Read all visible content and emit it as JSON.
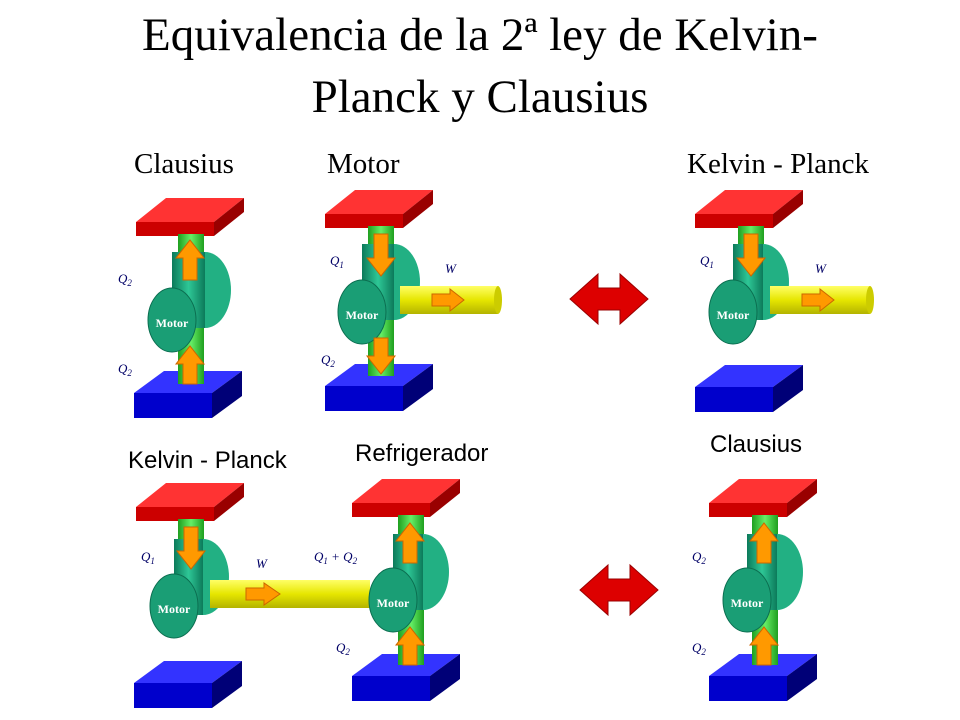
{
  "title": {
    "line1": "Equivalencia de la 2ª ley de Kelvin-",
    "line2": "Planck y Clausius"
  },
  "labels": {
    "clausius_top": "Clausius",
    "motor_top": "Motor",
    "kelvin_top": "Kelvin - Planck",
    "kelvin_bottom": "Kelvin - Planck",
    "refrigerador": "Refrigerador",
    "clausius_bottom": "Clausius"
  },
  "device_label": "Motor",
  "heat": {
    "q1": "Q",
    "q1_sub": "1",
    "q2": "Q",
    "q2_sub": "2",
    "work": "W",
    "sum_plus": " + "
  },
  "colors": {
    "hot_reservoir": "#d40000",
    "cold_reservoir": "#0000cc",
    "engine_body": "#1aa37a",
    "work_shaft": "#e6e600",
    "heat_pipe": "#33cc33",
    "arrow": "#ff9900",
    "equivalence_arrow": "#dd0000"
  },
  "icons": {
    "equivalence": "double-headed-arrow-icon"
  }
}
